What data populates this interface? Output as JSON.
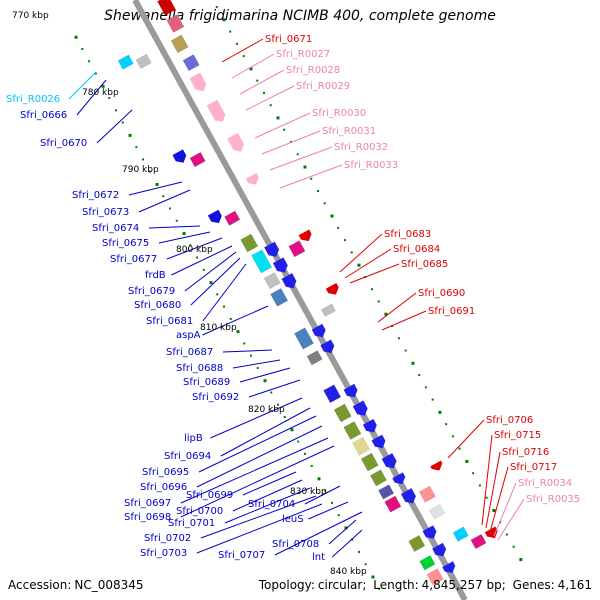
{
  "title": "Shewanella frigidimarina NCIMB 400, complete genome",
  "footer": {
    "accession_label": "Accession:",
    "accession": "NC_008345",
    "topology_label": "Topology:",
    "topology": "circular",
    "length_label": "Length:",
    "length": "4,845,257 bp",
    "genes_label": "Genes:",
    "genes": "4,161"
  },
  "colors": {
    "red_label": "#e00000",
    "pink_label": "#ef7fb0",
    "cyan_label": "#00bfff",
    "blue_label": "#0000c8",
    "backbone": "#9a9a9a",
    "tick_green": "#007a00"
  },
  "scale_labels": [
    "770 kbp",
    "780 kbp",
    "790 kbp",
    "800 kbp",
    "810 kbp",
    "820 kbp",
    "830 kbp",
    "840 kbp"
  ],
  "genes_right": [
    {
      "label": "Sfri_0671",
      "color": "red"
    },
    {
      "label": "Sfri_R0027",
      "color": "pink"
    },
    {
      "label": "Sfri_R0028",
      "color": "pink"
    },
    {
      "label": "Sfri_R0029",
      "color": "pink"
    },
    {
      "label": "Sfri_R0030",
      "color": "pink"
    },
    {
      "label": "Sfri_R0031",
      "color": "pink"
    },
    {
      "label": "Sfri_R0032",
      "color": "pink"
    },
    {
      "label": "Sfri_R0033",
      "color": "pink"
    },
    {
      "label": "Sfri_0683",
      "color": "red"
    },
    {
      "label": "Sfri_0684",
      "color": "red"
    },
    {
      "label": "Sfri_0685",
      "color": "red"
    },
    {
      "label": "Sfri_0690",
      "color": "red"
    },
    {
      "label": "Sfri_0691",
      "color": "red"
    },
    {
      "label": "Sfri_0706",
      "color": "red"
    },
    {
      "label": "Sfri_0715",
      "color": "red"
    },
    {
      "label": "Sfri_0716",
      "color": "red"
    },
    {
      "label": "Sfri_0717",
      "color": "red"
    },
    {
      "label": "Sfri_R0034",
      "color": "pink"
    },
    {
      "label": "Sfri_R0035",
      "color": "pink"
    }
  ],
  "genes_left": [
    {
      "label": "Sfri_R0026",
      "color": "cyan"
    },
    {
      "label": "Sfri_0666",
      "color": "blue"
    },
    {
      "label": "Sfri_0670",
      "color": "blue"
    },
    {
      "label": "Sfri_0672",
      "color": "blue"
    },
    {
      "label": "Sfri_0673",
      "color": "blue"
    },
    {
      "label": "Sfri_0674",
      "color": "blue"
    },
    {
      "label": "Sfri_0675",
      "color": "blue"
    },
    {
      "label": "Sfri_0677",
      "color": "blue"
    },
    {
      "label": "frdB",
      "color": "blue"
    },
    {
      "label": "Sfri_0679",
      "color": "blue"
    },
    {
      "label": "Sfri_0680",
      "color": "blue"
    },
    {
      "label": "Sfri_0681",
      "color": "blue"
    },
    {
      "label": "aspA",
      "color": "blue"
    },
    {
      "label": "Sfri_0687",
      "color": "blue"
    },
    {
      "label": "Sfri_0688",
      "color": "blue"
    },
    {
      "label": "Sfri_0689",
      "color": "blue"
    },
    {
      "label": "Sfri_0692",
      "color": "blue"
    },
    {
      "label": "lipB",
      "color": "blue"
    },
    {
      "label": "Sfri_0694",
      "color": "blue"
    },
    {
      "label": "Sfri_0695",
      "color": "blue"
    },
    {
      "label": "Sfri_0696",
      "color": "blue"
    },
    {
      "label": "Sfri_0697",
      "color": "blue"
    },
    {
      "label": "Sfri_0698",
      "color": "blue"
    },
    {
      "label": "Sfri_0699",
      "color": "blue"
    },
    {
      "label": "Sfri_0700",
      "color": "blue"
    },
    {
      "label": "Sfri_0701",
      "color": "blue"
    },
    {
      "label": "Sfri_0702",
      "color": "blue"
    },
    {
      "label": "Sfri_0703",
      "color": "blue"
    },
    {
      "label": "Sfri_0704",
      "color": "blue"
    },
    {
      "label": "leuS",
      "color": "blue"
    },
    {
      "label": "Sfri_0707",
      "color": "blue"
    },
    {
      "label": "Sfri_0708",
      "color": "blue"
    },
    {
      "label": "lnt",
      "color": "blue"
    }
  ]
}
